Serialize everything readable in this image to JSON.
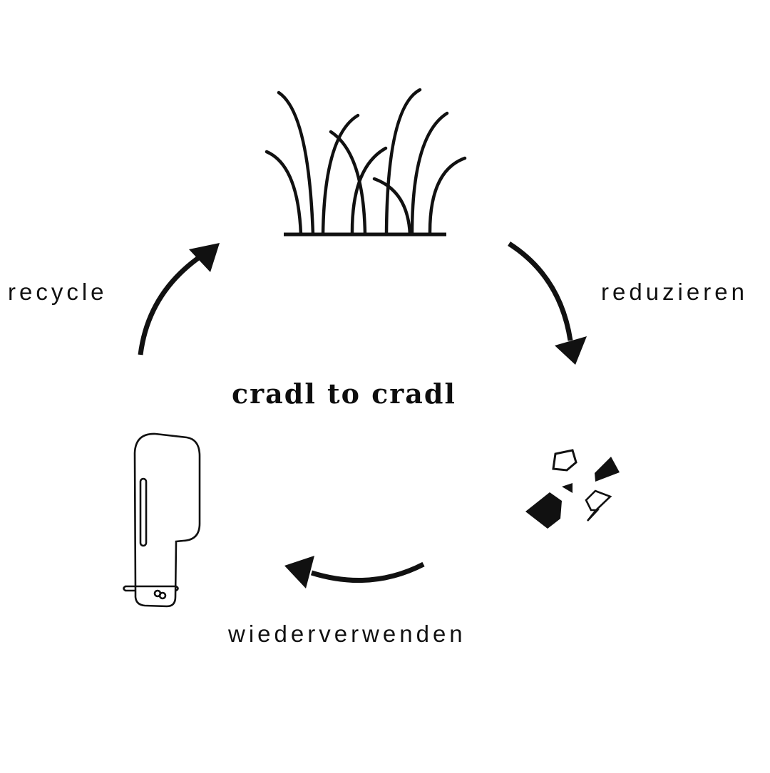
{
  "diagram": {
    "title": "cradl to cradl",
    "stages": [
      {
        "id": "grass",
        "icon": "grass-icon"
      },
      {
        "id": "fragments",
        "icon": "fragments-icon"
      },
      {
        "id": "product",
        "icon": "product-icon"
      }
    ],
    "arrows": [
      {
        "from": "product",
        "to": "grass",
        "label": "recycle"
      },
      {
        "from": "grass",
        "to": "fragments",
        "label": "reduzieren"
      },
      {
        "from": "fragments",
        "to": "product",
        "label": "wiederverwenden"
      }
    ],
    "colors": {
      "ink": "#111111",
      "background": "#ffffff"
    }
  }
}
